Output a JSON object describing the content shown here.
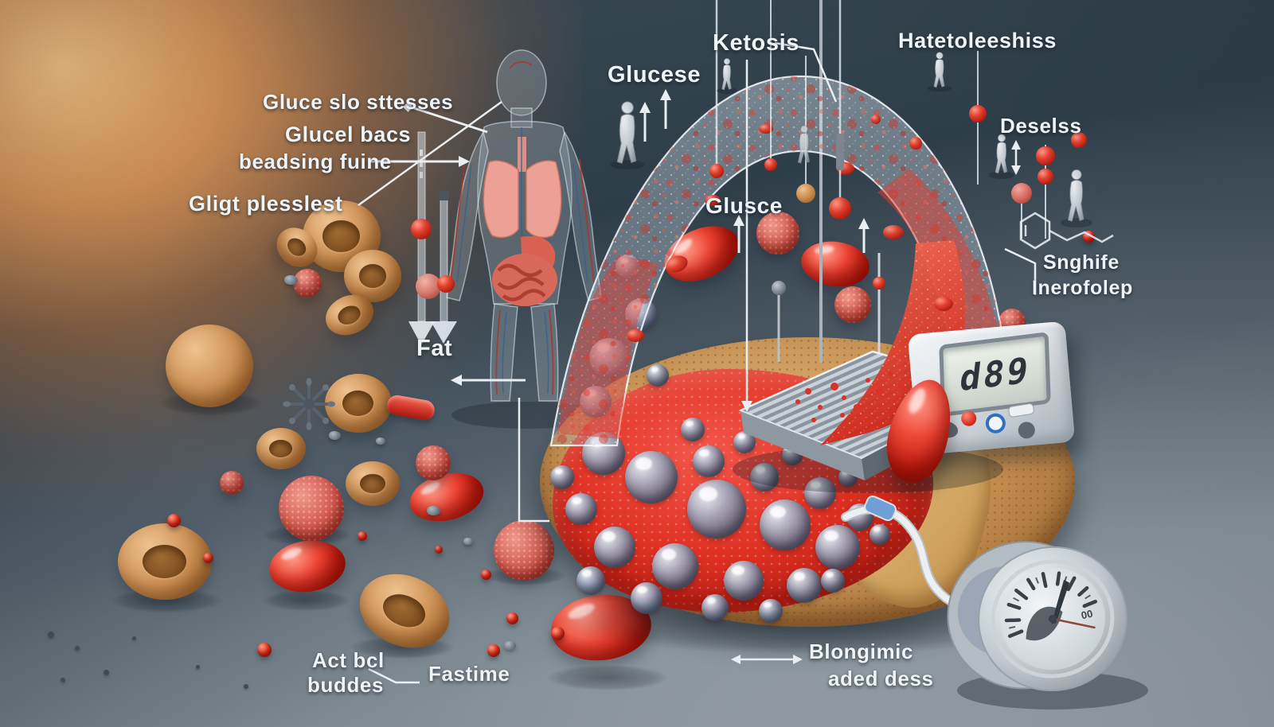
{
  "labels": {
    "glucose_stores": "Gluce slo sttesses",
    "glucel_bacs": "Glucel bacs",
    "beadsing_fuine": "beadsing fuine",
    "gligt_plesslest": "Gligt plesslest",
    "fat": "Fat",
    "glucese": "Glucese",
    "ketosis": "Ketosis",
    "glusce": "Glusce",
    "hatetoleeshiss": "Hatetoleeshiss",
    "deselss": "Deselss",
    "snghife_line1": "Snghife",
    "snghife_line2": "Inerofolep",
    "act_bcl_line1": "Act bcl",
    "act_bcl_line2": "buddes",
    "fastime": "Fastime",
    "blongimic_line1": "Blongimic",
    "blongimic_line2": "aded dess"
  },
  "glucose_meter": {
    "display": "d89"
  },
  "gauge": {
    "dial_text": "00"
  },
  "colors": {
    "background_slate": "#32414c",
    "glow_orange": "#e59a55",
    "blood_red": "#d8352a",
    "cork_tan": "#c08a4e",
    "cell_tan": "#cf9558",
    "silver": "#ccd3d8",
    "label_white": "#eef3f6"
  }
}
